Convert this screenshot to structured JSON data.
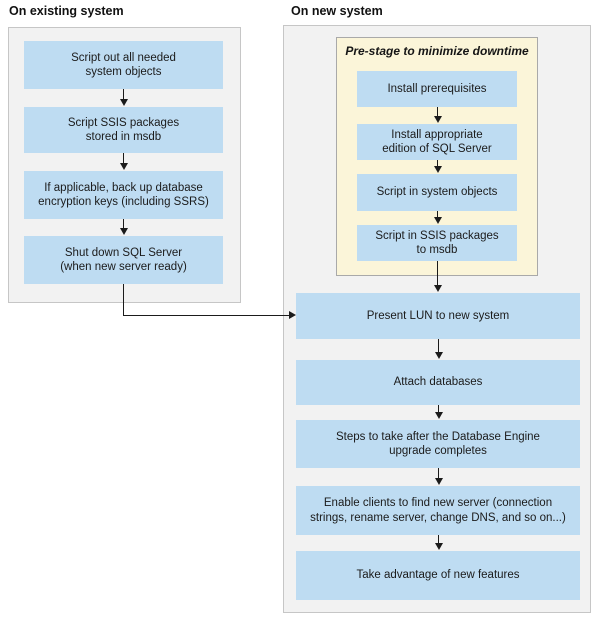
{
  "left": {
    "title": "On existing system",
    "boxes": [
      "Script out all needed\nsystem objects",
      "Script SSIS packages\nstored in msdb",
      "If applicable, back up database\nencryption keys (including SSRS)",
      "Shut down SQL Server\n(when new server ready)"
    ]
  },
  "right": {
    "title": "On new system",
    "prestage": {
      "title": "Pre-stage to minimize downtime",
      "boxes": [
        "Install prerequisites",
        "Install appropriate\nedition of SQL Server",
        "Script in system objects",
        "Script in SSIS packages\nto msdb"
      ]
    },
    "boxes": [
      "Present LUN to new system",
      "Attach databases",
      "Steps to take after the Database Engine\nupgrade completes",
      "Enable clients to find new server (connection\nstrings, rename server, change DNS, and so on...)",
      "Take advantage of new features"
    ]
  },
  "colors": {
    "step_fill": "#bedcf2",
    "prestage_fill": "#fbf5d9",
    "prestage_border": "#a9a9a9",
    "container_fill": "#f2f2f2",
    "container_border": "#c6c6c6",
    "arrow": "#1b1b1b",
    "text": "#1b1b1b"
  }
}
